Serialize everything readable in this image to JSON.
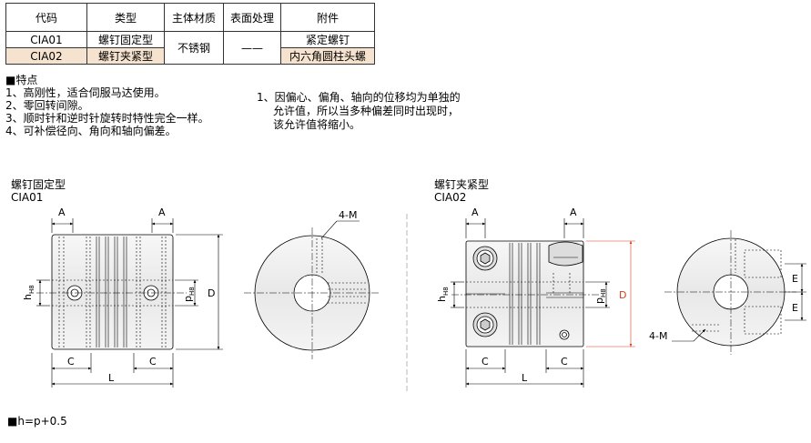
{
  "table": {
    "headers": [
      "代码",
      "类型",
      "主体材质",
      "表面处理",
      "附件"
    ],
    "rows": [
      {
        "code": "CIA01",
        "type": "螺钉固定型",
        "accessory": "紧定螺钉"
      },
      {
        "code": "CIA02",
        "type": "螺钉夹紧型",
        "accessory": "内六角圆柱头螺"
      }
    ],
    "material": "不锈钢",
    "surface": "——"
  },
  "features": {
    "title": "■特点",
    "items": [
      "1、高刚性，适合伺服马达使用。",
      "2、零回转间隙。",
      "3、顺时针和逆时针旋转时特性完全一样。",
      "4、可补偿径向、角向和轴向偏差。"
    ]
  },
  "note": {
    "lines": [
      "1、因偏心、偏角、轴向的位移均为单独的",
      "允许值，所以当多种偏差同时出现时，",
      "该允许值将缩小。"
    ]
  },
  "drawing1": {
    "type": "螺钉固定型",
    "code": "CIA01"
  },
  "drawing2": {
    "type": "螺钉夹紧型",
    "code": "CIA02"
  },
  "dims": {
    "A": "A",
    "C": "C",
    "L": "L",
    "D": "D",
    "h": "h",
    "p": "p",
    "H8": "H8",
    "M": "4-M",
    "E": "E"
  },
  "footer": "■h=p+0.5",
  "colors": {
    "highlight": "#f6e3cf",
    "dim_red": "#d04020",
    "part_fill": "#eeeeee"
  }
}
